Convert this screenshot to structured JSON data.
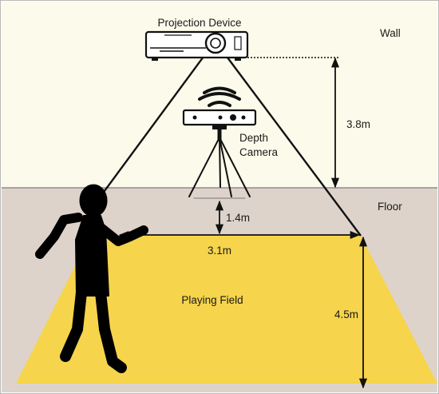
{
  "title": "Projection Device",
  "regions": {
    "wall": "Wall",
    "floor": "Floor",
    "playing_field": "Playing Field"
  },
  "camera": {
    "line1": "Depth",
    "line2": "Camera"
  },
  "dimensions": {
    "projector_height": "3.8m",
    "camera_distance": "1.4m",
    "field_width": "3.1m",
    "field_depth": "4.5m"
  },
  "colors": {
    "wall": "#fcfbeb",
    "floor": "#ddd3cb",
    "playing_field": "#f6d44c",
    "ink": "#111111"
  },
  "icons": [
    "projector-icon",
    "depth-camera-icon",
    "wifi-signal-icon",
    "tripod-icon",
    "person-silhouette-icon"
  ]
}
